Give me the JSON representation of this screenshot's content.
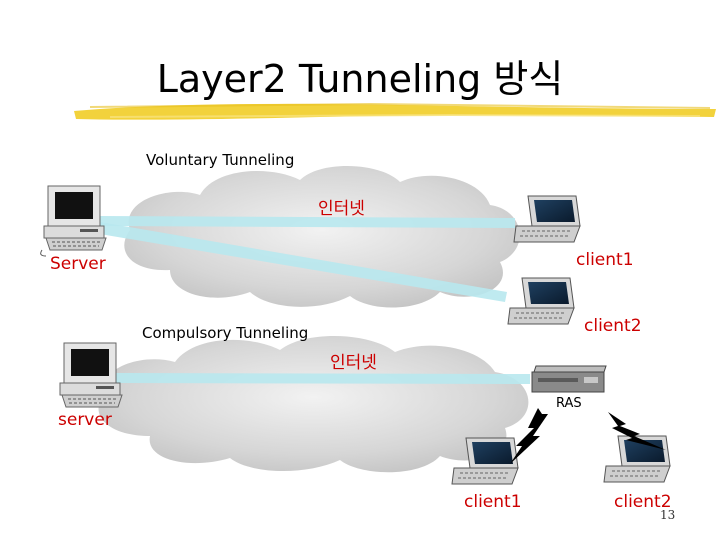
{
  "title": "Layer2 Tunneling 방식",
  "voluntary": {
    "heading": "Voluntary Tunneling",
    "cloud_label": "인터넷",
    "server_label": "Server",
    "client1_label": "client1",
    "client2_label": "client2"
  },
  "compulsory": {
    "heading": "Compulsory Tunneling",
    "cloud_label": "인터넷",
    "server_label": "server",
    "ras_label": "RAS",
    "client1_label": "client1",
    "client2_label": "client2"
  },
  "page_number": "13",
  "colors": {
    "title_brush": "#f2d23c",
    "tunnel": "#b8e8ee",
    "cloud": "#d4d4d4",
    "label_red": "#cc0000",
    "lightning": "#000000"
  },
  "icons": [
    "desktop-computer-icon",
    "laptop-icon",
    "ras-server-icon",
    "lightning-icon",
    "cloud-icon"
  ]
}
